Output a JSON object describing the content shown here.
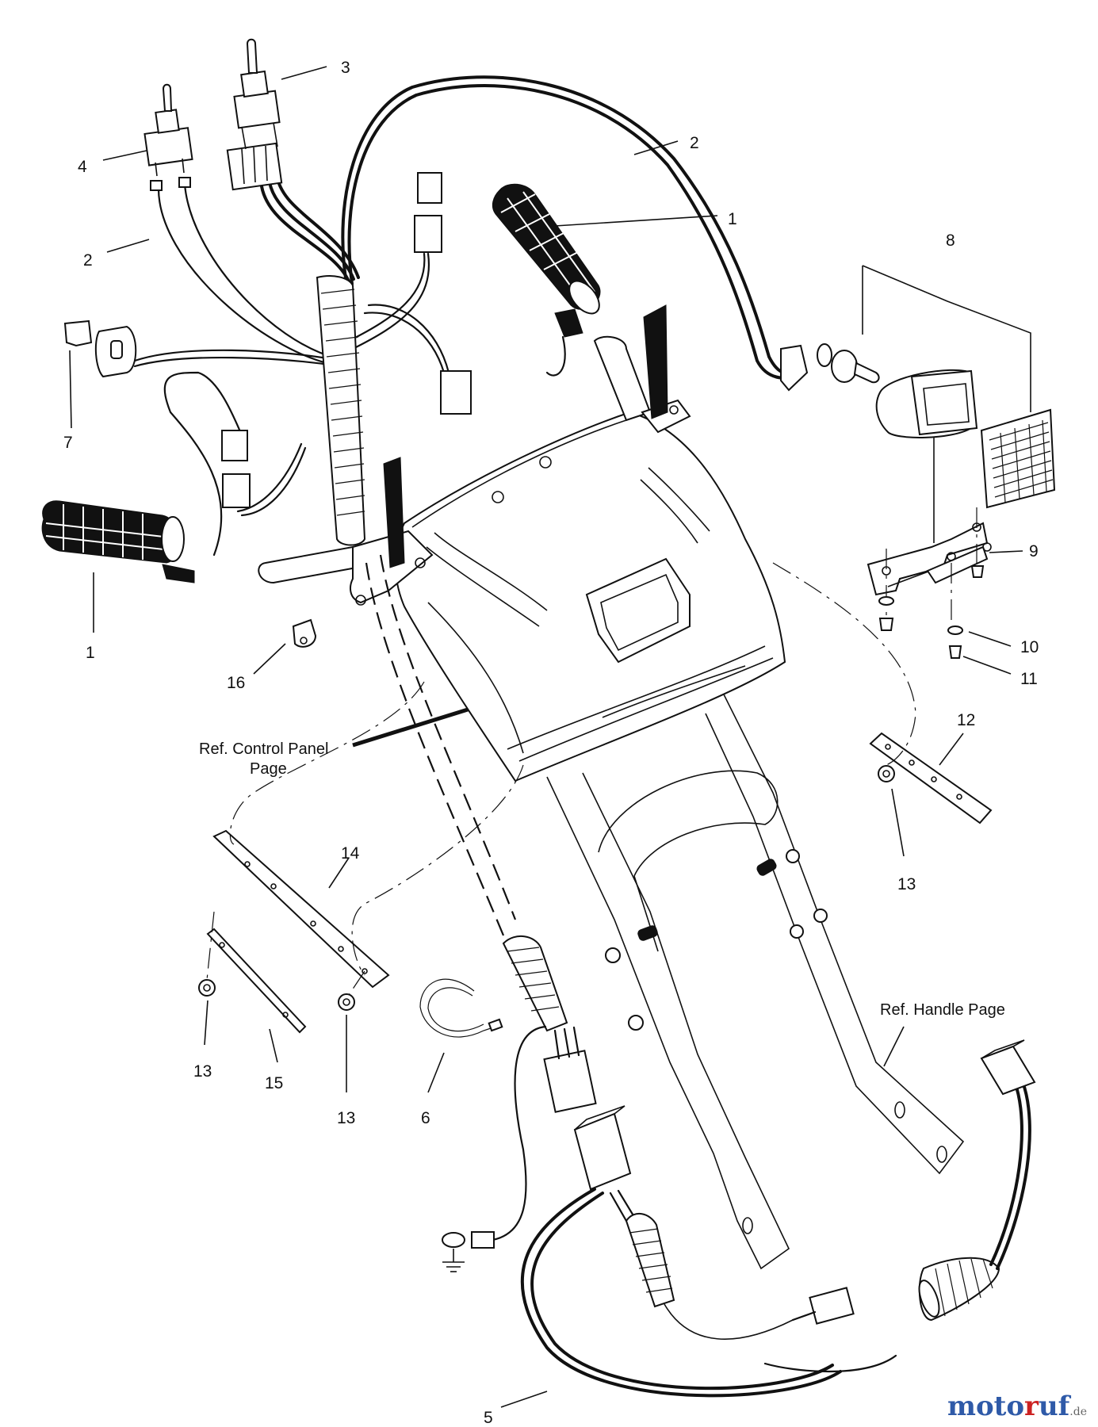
{
  "callouts": {
    "c1a": "1",
    "c1b": "1",
    "c2a": "2",
    "c2b": "2",
    "c3": "3",
    "c4": "4",
    "c5": "5",
    "c6": "6",
    "c7": "7",
    "c8": "8",
    "c9": "9",
    "c10": "10",
    "c11": "11",
    "c12": "12",
    "c13a": "13",
    "c13b": "13",
    "c13c": "13",
    "c14": "14",
    "c15": "15",
    "c16": "16"
  },
  "references": {
    "control_panel_line1": "Ref. Control Panel",
    "control_panel_line2": "Page",
    "handle_page": "Ref. Handle Page"
  },
  "watermark": {
    "part1": "moto",
    "part2": "r",
    "part3": "uf",
    "suffix": ".de"
  }
}
